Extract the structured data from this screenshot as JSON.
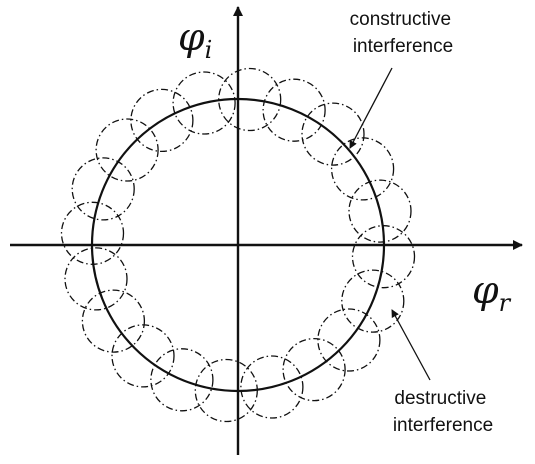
{
  "diagram": {
    "axes": {
      "y_label": "φ",
      "y_subscript": "i",
      "x_label": "φ",
      "x_subscript": "r"
    },
    "annotations": {
      "constructive": [
        "constructive",
        "interference"
      ],
      "destructive": [
        "destructive",
        "interference"
      ]
    },
    "small_circle_count": 20,
    "colors": {
      "stroke": "#111111",
      "background": "#ffffff"
    }
  }
}
